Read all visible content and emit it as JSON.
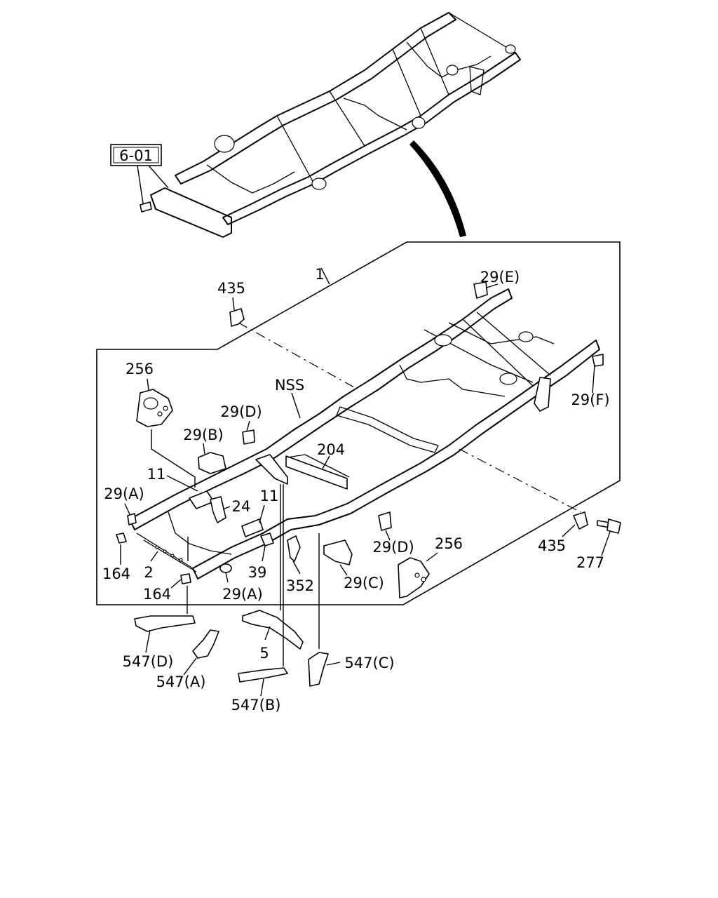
{
  "diagram": {
    "ref_box_label": "6-01",
    "callouts": {
      "c1": "1",
      "c435_top": "435",
      "c29e": "29(E)",
      "c256_left": "256",
      "nss": "NSS",
      "c29d_top": "29(D)",
      "c29b": "29(B)",
      "c204": "204",
      "c11_a": "11",
      "c11_b": "11",
      "c24": "24",
      "c29a_left": "29(A)",
      "c29f": "29(F)",
      "c435_right": "435",
      "c277": "277",
      "c2": "2",
      "c164_a": "164",
      "c164_b": "164",
      "c39": "39",
      "c29a_bottom": "29(A)",
      "c352": "352",
      "c29c": "29(C)",
      "c29d_bottom": "29(D)",
      "c256_right": "256",
      "c547d": "547(D)",
      "c547a": "547(A)",
      "c5": "5",
      "c547b": "547(B)",
      "c547c": "547(C)"
    }
  }
}
